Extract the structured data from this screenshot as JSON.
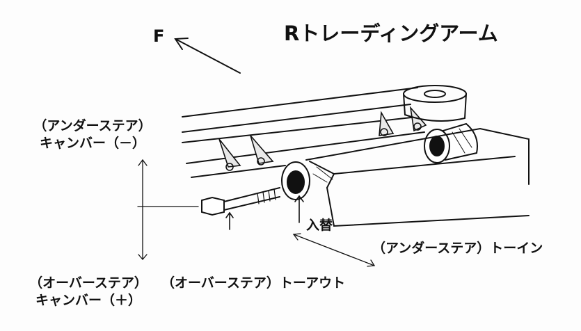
{
  "title": "Rトレーディングアーム",
  "direction_label": "F",
  "labels": {
    "understeer_camber_line1": "（アンダーステア）",
    "understeer_camber_line2": "キャンバー（－）",
    "oversteer_camber_line1": "（オーバーステア）",
    "oversteer_camber_line2": "キャンバー（＋）",
    "toe_out": "（オーバーステア）トーアウト",
    "toe_in": "（アンダーステア）トーイン",
    "swap": "入替"
  }
}
